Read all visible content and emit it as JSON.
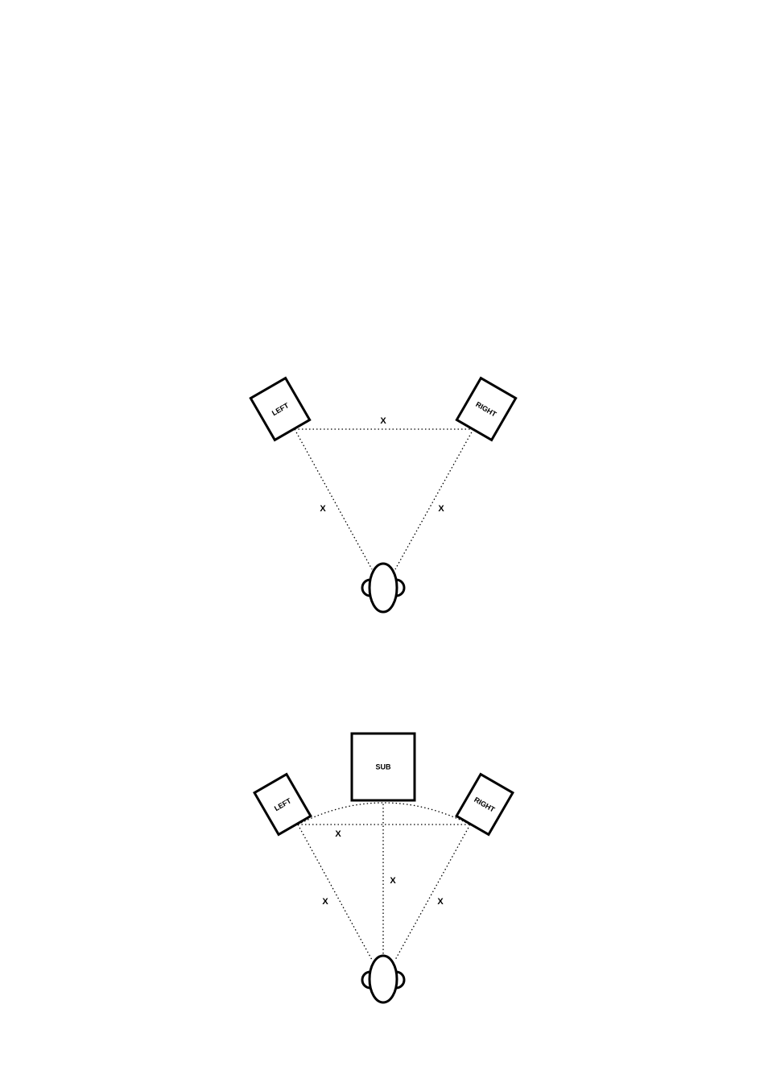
{
  "stereo_setup": {
    "left_speaker_label": "LEFT",
    "right_speaker_label": "RIGHT",
    "distance_speakers": "X",
    "distance_left_listener": "X",
    "distance_right_listener": "X"
  },
  "sub_setup": {
    "left_speaker_label": "LEFT",
    "right_speaker_label": "RIGHT",
    "sub_label": "SUB",
    "distance_speakers": "X",
    "distance_sub_listener": "X",
    "distance_left_listener": "X",
    "distance_right_listener": "X"
  },
  "colors": {
    "stroke": "#000000",
    "background": "#ffffff"
  }
}
